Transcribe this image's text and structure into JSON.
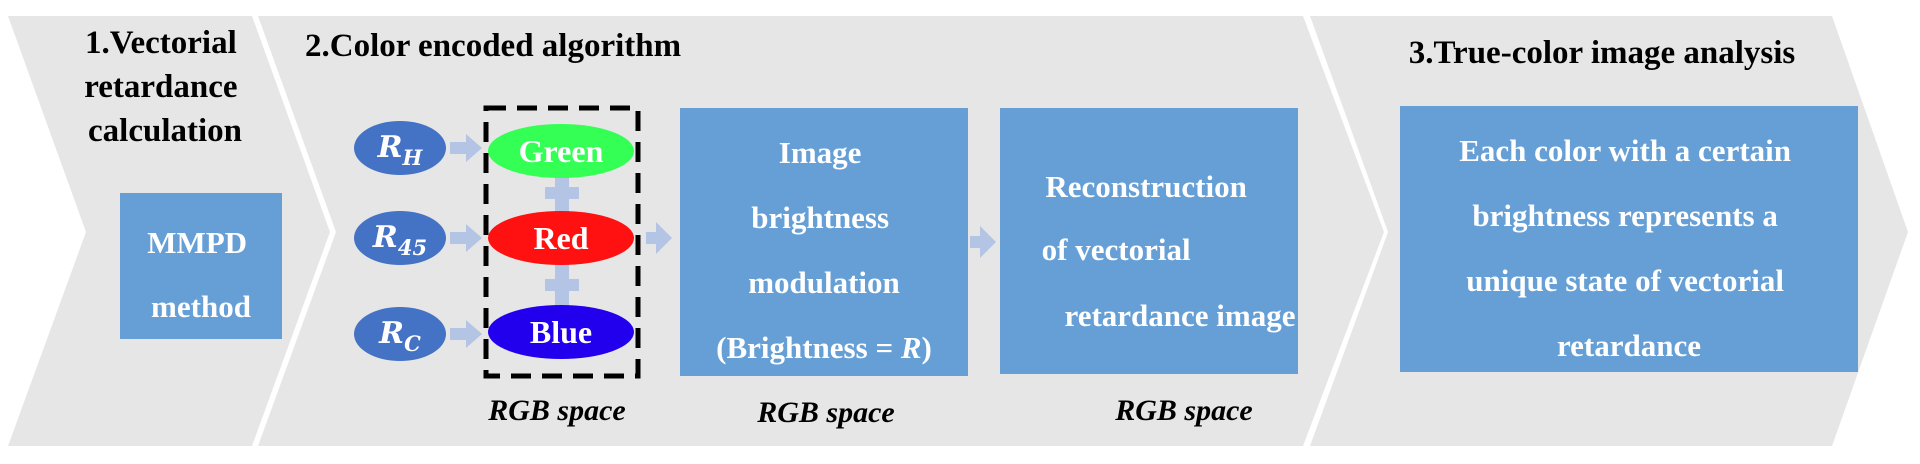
{
  "colors": {
    "chevron": "#e6e6e6",
    "box": "#659fd6",
    "small_arrow": "#b4c4e4",
    "ellipse_r": "#4472c4",
    "green": "#33ff55",
    "red": "#ff1111",
    "blue": "#2200ee"
  },
  "stage1": {
    "title_lines": [
      "1.Vectorial",
      "retardance",
      "calculation"
    ],
    "box_lines": [
      "MMPD",
      "method"
    ]
  },
  "stage2": {
    "title": "2.Color encoded algorithm",
    "inputs": [
      {
        "symbol": "R",
        "subscript": "H"
      },
      {
        "symbol": "R",
        "subscript": "45"
      },
      {
        "symbol": "R",
        "subscript": "C"
      }
    ],
    "channels": [
      "Green",
      "Red",
      "Blue"
    ],
    "rgb_label": "RGB space",
    "brightness_box": {
      "lines": [
        "Image",
        "brightness",
        "modulation"
      ],
      "formula_prefix": "(Brightness = ",
      "formula_var": "R",
      "formula_suffix": ")"
    },
    "brightness_rgb_label": "RGB space",
    "reconstruction_box": {
      "lines": [
        "Reconstruction",
        "of vectorial",
        "retardance image"
      ]
    },
    "reconstruction_rgb_label": "RGB space"
  },
  "stage3": {
    "title": "3.True-color image analysis",
    "box_lines": [
      "Each color with a certain",
      "brightness represents a",
      "unique state of vectorial",
      "retardance"
    ]
  }
}
